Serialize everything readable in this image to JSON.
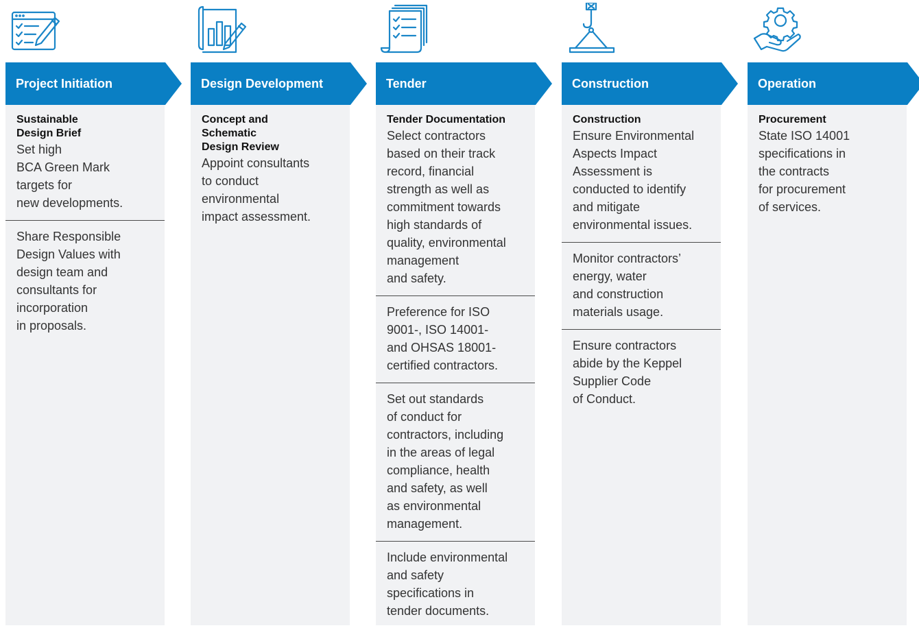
{
  "colors": {
    "header": "#0a7fc4",
    "panel": "#f1f2f4",
    "icon_stroke": "#1a86c8"
  },
  "stages": [
    {
      "icon": "checklist-pencil-icon",
      "title": "Project Initiation",
      "items": [
        {
          "heading": "Sustainable\nDesign Brief",
          "text": "Set high\nBCA Green Mark\ntargets for\nnew developments."
        },
        {
          "heading": "",
          "text": "Share Responsible\nDesign Values with\ndesign team and\nconsultants for\nincorporation\nin proposals."
        }
      ]
    },
    {
      "icon": "blueprint-chart-pencil-icon",
      "title": "Design Development",
      "items": [
        {
          "heading": "Concept and\nSchematic\nDesign Review",
          "text": "Appoint consultants\nto conduct\nenvironmental\nimpact assessment."
        }
      ]
    },
    {
      "icon": "documents-checklist-icon",
      "title": "Tender",
      "items": [
        {
          "heading": "Tender Documentation",
          "text": "Select contractors\nbased on their track\nrecord, financial\nstrength as well as\ncommitment towards\nhigh standards of\nquality, environmental\nmanagement\nand safety."
        },
        {
          "heading": "",
          "text": "Preference for ISO\n9001-, ISO 14001-\nand OHSAS 18001-\ncertified contractors."
        },
        {
          "heading": "",
          "text": "Set out standards\nof conduct for\ncontractors, including\nin the areas of legal\ncompliance, health\nand safety, as well\nas environmental\nmanagement."
        },
        {
          "heading": "",
          "text": "Include environmental\nand safety\nspecifications in\ntender documents."
        }
      ]
    },
    {
      "icon": "crane-hook-icon",
      "title": "Construction",
      "items": [
        {
          "heading": "Construction",
          "text": "Ensure Environmental\nAspects Impact\nAssessment is\nconducted to identify\nand mitigate\nenvironmental issues."
        },
        {
          "heading": "",
          "text": "Monitor contractors’\nenergy, water\nand construction\nmaterials usage."
        },
        {
          "heading": "",
          "text": "Ensure contractors\nabide by the Keppel\nSupplier Code\nof Conduct."
        }
      ]
    },
    {
      "icon": "hand-gear-icon",
      "title": "Operation",
      "items": [
        {
          "heading": "Procurement",
          "text": "State ISO 14001\nspecifications in\nthe contracts\nfor procurement\nof services."
        }
      ]
    }
  ]
}
